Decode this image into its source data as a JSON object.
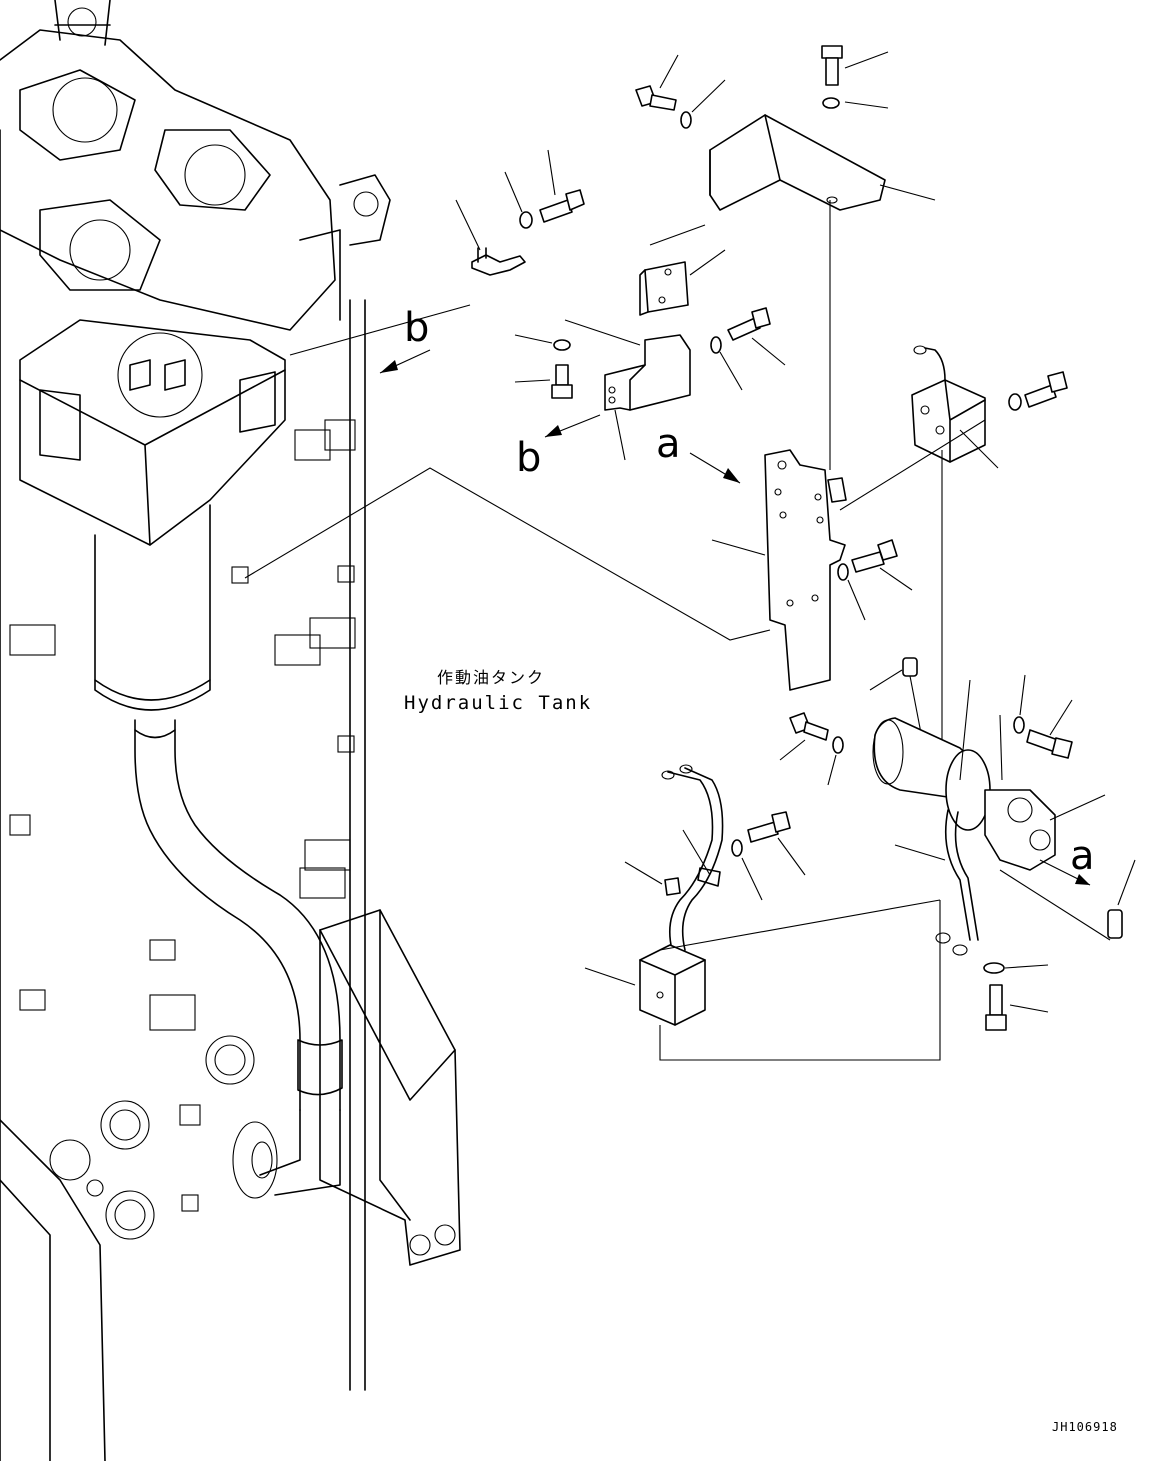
{
  "callouts": {
    "b_upper": "b",
    "b_lower": "b",
    "a_upper": "a",
    "a_lower": "a"
  },
  "tank_label": {
    "japanese": "作動油タンク",
    "english": "Hydraulic Tank"
  },
  "drawing_code": "JH106918",
  "parts": [
    {
      "icon": "bolt-icon"
    },
    {
      "icon": "washer-icon"
    },
    {
      "icon": "bracket-icon"
    },
    {
      "icon": "clamp-icon"
    },
    {
      "icon": "solenoid-valve-icon"
    },
    {
      "icon": "pump-motor-icon"
    },
    {
      "icon": "controller-box-icon"
    },
    {
      "icon": "harness-icon"
    },
    {
      "icon": "spacer-icon"
    }
  ]
}
